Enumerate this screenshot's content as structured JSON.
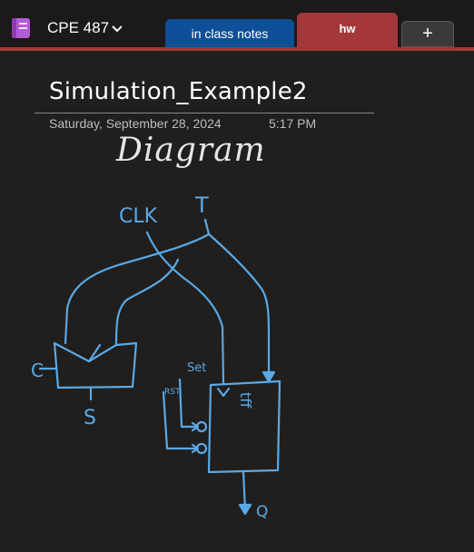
{
  "app": {
    "notebook_name": "CPE 487",
    "notebook_icon": "notebook-icon",
    "dropdown_icon": "chevron-down-icon"
  },
  "tabs": [
    {
      "label": "in class notes",
      "color": "#0f4f98"
    },
    {
      "label": "hw",
      "color": "#a4373a"
    },
    {
      "label": "+",
      "icon": "add-section-icon"
    }
  ],
  "page": {
    "title": "Simulation_Example2",
    "date": "Saturday, September 28, 2024",
    "time": "5:17 PM"
  },
  "ink": {
    "heading": "Diagram",
    "labels": {
      "clk": "CLK",
      "t": "T",
      "c": "C",
      "s": "S",
      "set": "Set",
      "rst": "RST",
      "tff": "tff",
      "q": "Q"
    },
    "color": "#5aa9e6"
  }
}
